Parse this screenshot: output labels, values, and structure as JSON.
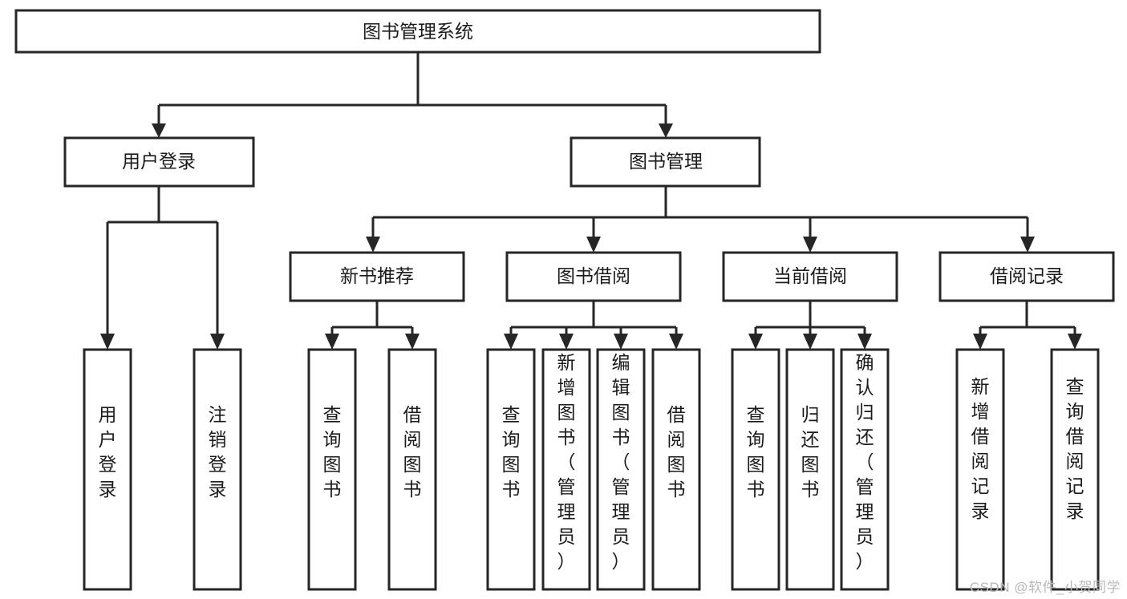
{
  "diagram": {
    "title": "图书管理系统",
    "watermark": "CSDN @软件_小贺同学",
    "colors": {
      "stroke": "#262626",
      "fill": "#ffffff",
      "text": "#1b1b1b",
      "watermark": "#b9b9b9",
      "background": "#ffffff"
    },
    "root": {
      "label": "图书管理系统"
    },
    "level2": [
      {
        "label": "用户登录"
      },
      {
        "label": "图书管理"
      }
    ],
    "level3": [
      {
        "label": "新书推荐"
      },
      {
        "label": "图书借阅"
      },
      {
        "label": "当前借阅"
      },
      {
        "label": "借阅记录"
      }
    ],
    "leaves": {
      "user_login": [
        {
          "label": "用户登录"
        },
        {
          "label": "注销登录"
        }
      ],
      "new_book": [
        {
          "label": "查询图书"
        },
        {
          "label": "借阅图书"
        }
      ],
      "book_borrow": [
        {
          "label": "查询图书"
        },
        {
          "label": "新增图书（管理员）"
        },
        {
          "label": "编辑图书（管理员）"
        },
        {
          "label": "借阅图书"
        }
      ],
      "current_borrow": [
        {
          "label": "查询图书"
        },
        {
          "label": "归还图书"
        },
        {
          "label": "确认归还（管理员）"
        }
      ],
      "borrow_record": [
        {
          "label": "新增借阅记录"
        },
        {
          "label": "查询借阅记录"
        }
      ]
    }
  }
}
